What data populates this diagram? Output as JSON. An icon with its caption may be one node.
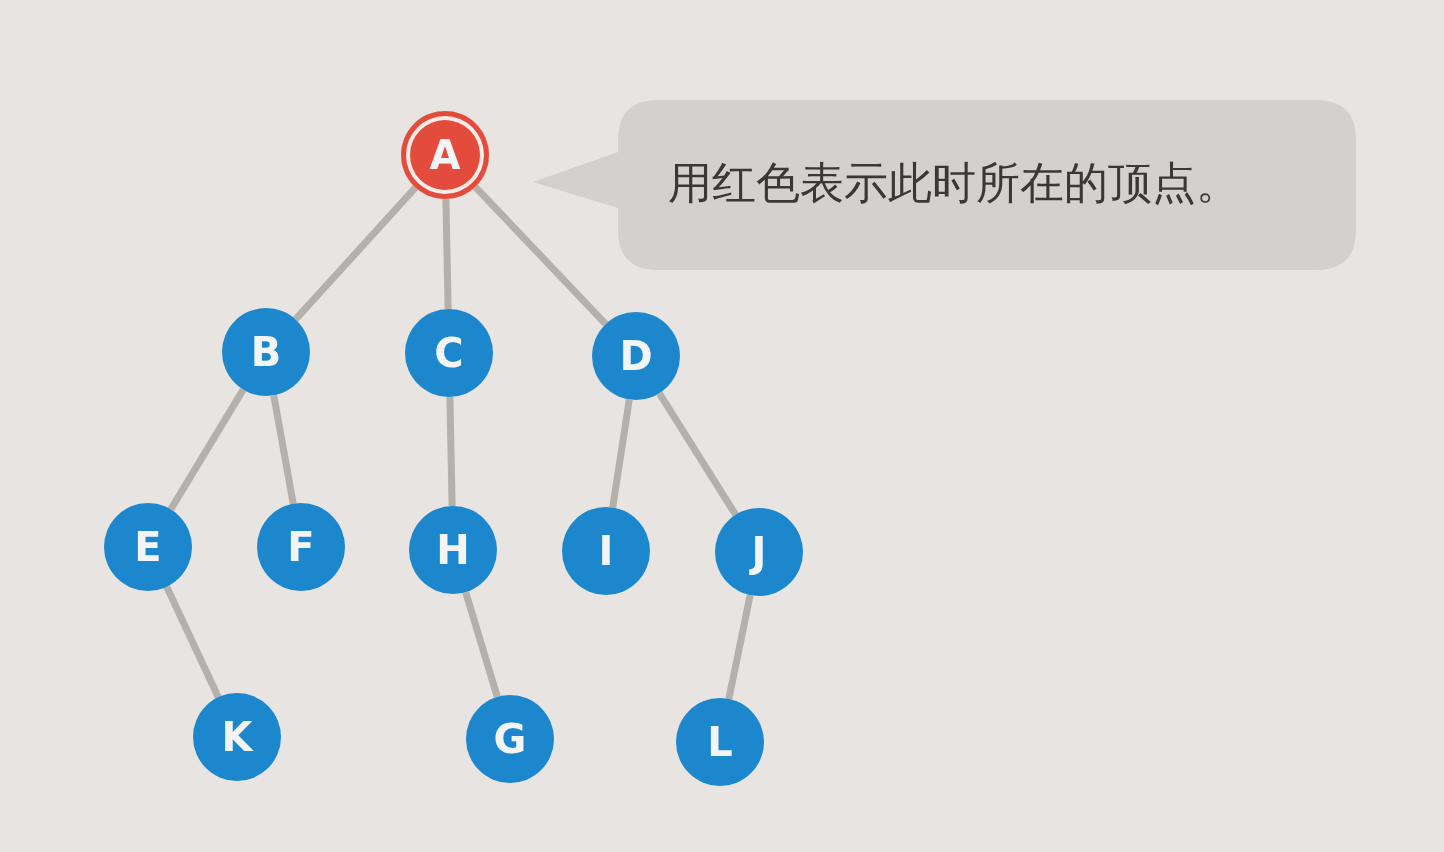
{
  "diagram": {
    "nodes": [
      {
        "text": [
          "A"
        ]
      },
      {
        "text": [
          "用红色表示此时所在的顶点。"
        ]
      },
      {
        "text": [
          "B"
        ]
      },
      {
        "text": [
          "C"
        ]
      },
      {
        "text": [
          "D"
        ]
      },
      {
        "text": [
          "E"
        ]
      },
      {
        "text": [
          "F"
        ]
      },
      {
        "text": [
          "H"
        ]
      },
      {
        "text": [
          "I"
        ]
      },
      {
        "text": [
          "J"
        ]
      },
      {
        "text": [
          "K"
        ]
      },
      {
        "text": [
          "G"
        ]
      },
      {
        "text": [
          "L"
        ]
      }
    ],
    "edges": [
      {
        "from": 0,
        "to": 2,
        "arrow": "none"
      },
      {
        "from": 0,
        "to": 3,
        "arrow": "none"
      },
      {
        "from": 0,
        "to": 4,
        "arrow": "none"
      },
      {
        "from": 2,
        "to": 5,
        "arrow": "none"
      },
      {
        "from": 2,
        "to": 6,
        "arrow": "none"
      },
      {
        "from": 3,
        "to": 7,
        "arrow": "none"
      },
      {
        "from": 4,
        "to": 8,
        "arrow": "none"
      },
      {
        "from": 4,
        "to": 9,
        "arrow": "none"
      },
      {
        "from": 5,
        "to": 10,
        "arrow": "none"
      },
      {
        "from": 7,
        "to": 11,
        "arrow": "none"
      },
      {
        "from": 9,
        "to": 12,
        "arrow": "none"
      }
    ]
  }
}
